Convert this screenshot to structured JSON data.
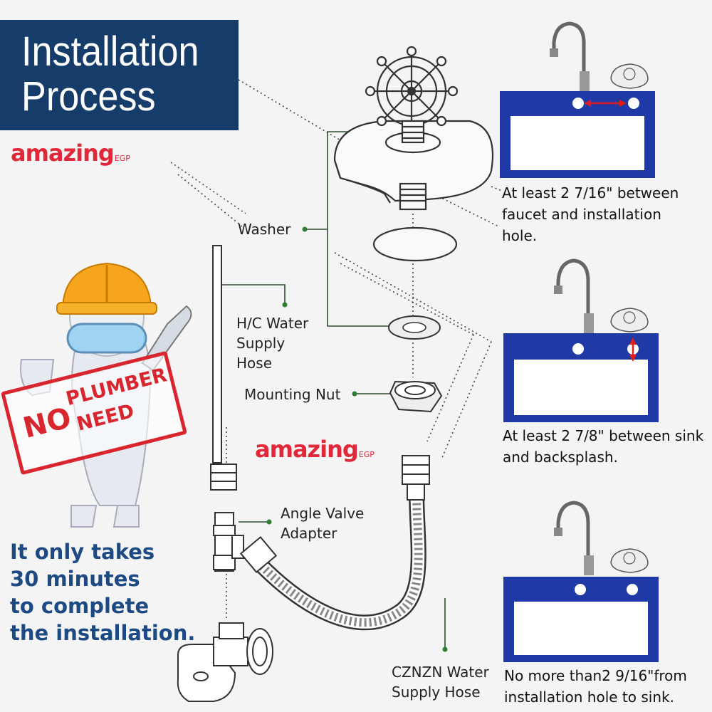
{
  "title": {
    "line1": "Installation",
    "line2": "Process"
  },
  "brand": {
    "name": "amazing",
    "suffix": "EGP"
  },
  "stamp": {
    "no": "NO",
    "line1": "PLUMBER",
    "line2": "NEED"
  },
  "promo": {
    "lines": [
      "It only takes",
      "30 minutes",
      "to complete",
      "the installation."
    ]
  },
  "labels": {
    "washer": "Washer",
    "hose_line1": "H/C Water",
    "hose_line2": "Supply",
    "hose_line3": "Hose",
    "mounting_nut": "Mounting Nut",
    "angle_line1": "Angle Valve",
    "angle_line2": "Adapter",
    "cznzn_line1": "CZNZN Water",
    "cznzn_line2": "Supply Hose"
  },
  "notes": {
    "n1": [
      "At least 2 7/16\" between",
      "faucet and installation",
      "hole."
    ],
    "n2": [
      "At least 2 7/8\" between sink",
      "and backsplash."
    ],
    "n3": [
      "No more than2 9/16\"from",
      "installation hole to sink."
    ]
  },
  "colors": {
    "title_bg": "#163c6a",
    "brand": "#e0283a",
    "sink_blue": "#1f3aa6",
    "promo": "#1e4a84",
    "stamp": "#d9262e",
    "helmet": "#f7a51c",
    "leader": "#2e7d32"
  }
}
